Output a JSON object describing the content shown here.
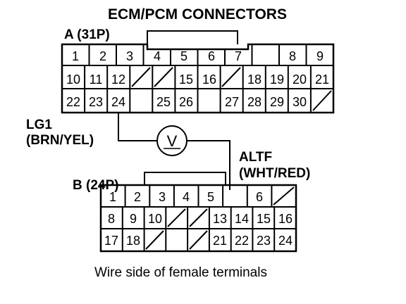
{
  "title": "ECM/PCM CONNECTORS",
  "caption": "Wire side of female terminals",
  "connector_a": {
    "label": "A (31P)",
    "rows": [
      [
        "1",
        "2",
        "3",
        "4",
        "5",
        "6",
        "7",
        "8",
        "9"
      ],
      [
        "10",
        "11",
        "12",
        "15",
        "16",
        "18",
        "19",
        "20",
        "21"
      ],
      [
        "22",
        "23",
        "24",
        "25",
        "26",
        "27",
        "28",
        "29",
        "30"
      ]
    ]
  },
  "connector_b": {
    "label": "B (24P)",
    "rows": [
      [
        "1",
        "2",
        "3",
        "4",
        "5",
        "6"
      ],
      [
        "8",
        "9",
        "10",
        "13",
        "14",
        "15",
        "16"
      ],
      [
        "17",
        "18",
        "21",
        "22",
        "23",
        "24"
      ]
    ]
  },
  "wire_lg1": {
    "name": "LG1",
    "color": "(BRN/YEL)"
  },
  "wire_altf": {
    "name": "ALTF",
    "color": "(WHT/RED)"
  },
  "meter": {
    "symbol": "V"
  }
}
